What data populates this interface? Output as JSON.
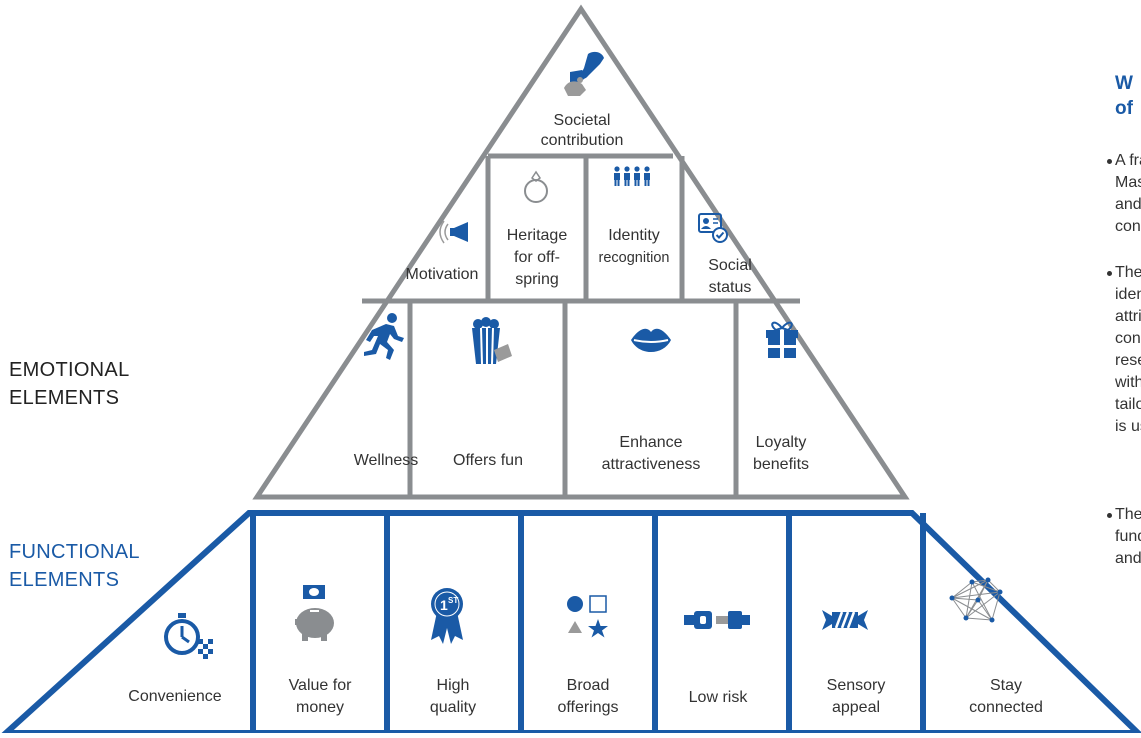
{
  "pyramid": {
    "top": {
      "line1": "Societal",
      "line2": "contribution",
      "icon": "hand-giving-icon"
    },
    "row2": [
      {
        "lines": [
          "Motivation"
        ],
        "icon": "megaphone-icon"
      },
      {
        "lines": [
          "Heritage",
          "for off-",
          "spring"
        ],
        "icon": "ring-icon"
      },
      {
        "lines": [
          "Identity",
          "recognition"
        ],
        "icon": "people-group-icon"
      },
      {
        "lines": [
          "Social",
          "status"
        ],
        "icon": "id-badge-icon"
      }
    ],
    "row3": [
      {
        "lines": [
          "Wellness"
        ],
        "icon": "runner-icon"
      },
      {
        "lines": [
          "Offers fun"
        ],
        "icon": "popcorn-icon"
      },
      {
        "lines": [
          "Enhance",
          "attractiveness"
        ],
        "icon": "lips-icon"
      },
      {
        "lines": [
          "Loyalty",
          "benefits"
        ],
        "icon": "gift-icon"
      }
    ],
    "functional": [
      {
        "lines": [
          "Convenience"
        ],
        "icon": "stopwatch-icon"
      },
      {
        "lines": [
          "Value for",
          "money"
        ],
        "icon": "piggy-bank-icon"
      },
      {
        "lines": [
          "High",
          "quality"
        ],
        "icon": "first-place-ribbon-icon"
      },
      {
        "lines": [
          "Broad",
          "offerings"
        ],
        "icon": "shapes-icon"
      },
      {
        "lines": [
          "Low risk"
        ],
        "icon": "seatbelt-icon"
      },
      {
        "lines": [
          "Sensory",
          "appeal"
        ],
        "icon": "candy-icon"
      },
      {
        "lines": [
          "Stay",
          "connected"
        ],
        "icon": "network-icon"
      }
    ]
  },
  "labels": {
    "emotional": [
      "EMOTIONAL",
      "ELEMENTS"
    ],
    "functional": [
      "FUNCTIONAL",
      "ELEMENTS"
    ]
  },
  "side_panel": {
    "title": [
      "W",
      "of"
    ],
    "bullets": [
      [
        "A fran",
        "Masl",
        "and t",
        "cons"
      ],
      [
        "The c",
        "ident",
        "attrib",
        "cons",
        "resea",
        "with",
        "tailor",
        "is use"
      ],
      [
        "The f",
        "funda",
        "and e"
      ]
    ]
  },
  "colors": {
    "emotional_border": "#8a8d90",
    "functional_border": "#1a5aa6",
    "icon_blue": "#1a5aa6",
    "icon_grey": "#9a9a9a",
    "text": "#333333"
  }
}
